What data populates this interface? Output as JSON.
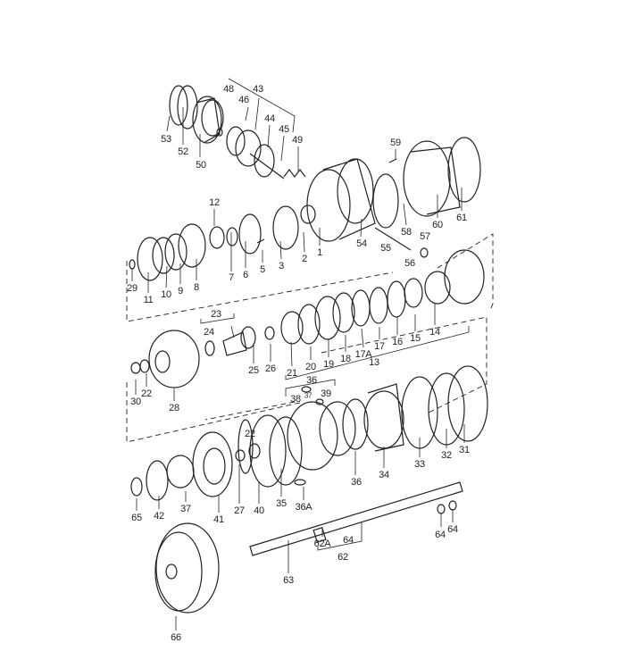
{
  "diagram": {
    "title": "Automatic transmission exploded parts diagram",
    "labels": {
      "l53": "53",
      "l52": "52",
      "l50": "50",
      "l48": "48",
      "l43": "43",
      "l46": "46",
      "l44": "44",
      "l45": "45",
      "l49": "49",
      "l59": "59",
      "l60": "60",
      "l61": "61",
      "l58": "58",
      "l57": "57",
      "l54": "54",
      "l55": "55",
      "l56": "56",
      "l12": "12",
      "l1": "1",
      "l2": "2",
      "l3": "3",
      "l5": "5",
      "l6": "6",
      "l7": "7",
      "l8": "8",
      "l9": "9",
      "l10": "10",
      "l11": "11",
      "l29": "29",
      "l23": "23",
      "l24": "24",
      "l25": "25",
      "l26": "26",
      "l21": "21",
      "l20": "20",
      "l19": "19",
      "l18": "18",
      "l17a": "17A",
      "l13": "13",
      "l17": "17",
      "l16": "16",
      "l15": "15",
      "l14": "14",
      "l30": "30",
      "l22a": "22",
      "l28": "28",
      "l36": "36",
      "l38": "38",
      "l37a": "37",
      "l39": "39",
      "l22b": "22",
      "l31": "31",
      "l32": "32",
      "l33": "33",
      "l34": "34",
      "l35": "35",
      "l36b": "36",
      "l40": "40",
      "l27": "27",
      "l41": "41",
      "l37": "37",
      "l42": "42",
      "l65": "65",
      "l36a": "36A",
      "l64a": "64",
      "l64b": "64",
      "l62a": "62A",
      "l64c": "64",
      "l62": "62",
      "l63": "63",
      "l66": "66"
    }
  }
}
